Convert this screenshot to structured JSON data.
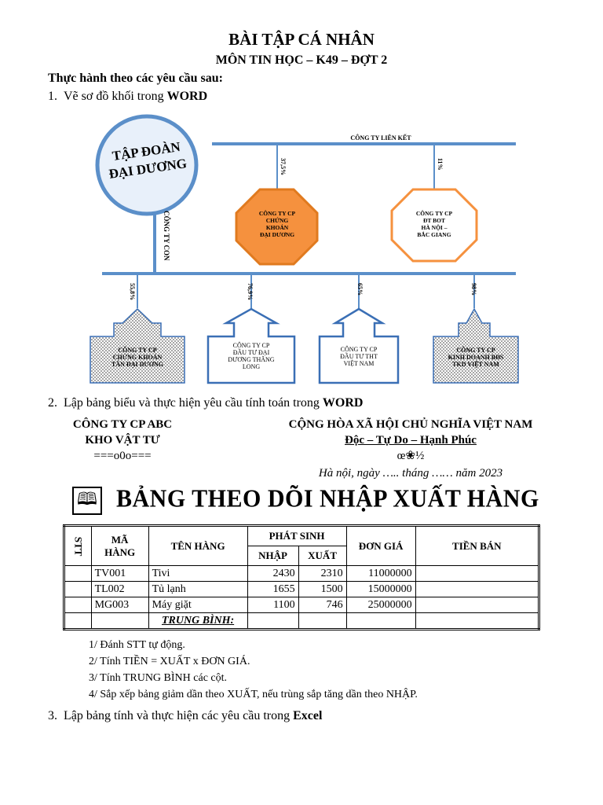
{
  "doc": {
    "title": "BÀI TẬP CÁ NHÂN",
    "subtitle": "MÔN TIN HỌC – K49 – ĐỢT 2",
    "intro": "Thực hành theo các yêu cầu sau:",
    "items": [
      {
        "num": "1.",
        "text": "Vẽ sơ đồ khối trong ",
        "bold": "WORD"
      },
      {
        "num": "2.",
        "text": "Lập bảng biểu và thực hiện yêu cầu tính toán trong ",
        "bold": "WORD"
      },
      {
        "num": "3.",
        "text": "Lập bảng tính và thực hiện các yêu cầu trong ",
        "bold": "Excel"
      }
    ]
  },
  "diagram": {
    "group_line1": "TẬP ĐOÀN",
    "group_line2": "ĐẠI DƯƠNG",
    "top_bar_label": "CÔNG TY LIÊN KẾT",
    "left_vertical_label": "CÔNG TY CON",
    "assoc": [
      {
        "pct": "37,5%",
        "lines": [
          "CÔNG TY CP",
          "CHỨNG",
          "KHOÁN",
          "ĐẠI DƯƠNG"
        ],
        "fill": "#f5913e",
        "stroke": "#e07a1f"
      },
      {
        "pct": "11%",
        "lines": [
          "CÔNG TY CP",
          "ĐT BOT",
          "HÀ NỘI –",
          "BẮC GIANG"
        ],
        "fill": "#ffffff",
        "stroke": "#f5913e"
      }
    ],
    "subs": [
      {
        "pct": "55,8%",
        "lines": [
          "CÔNG TY CP",
          "CHỨNG KHOÁN",
          "TÂN ĐẠI DƯƠNG"
        ],
        "dotted": true
      },
      {
        "pct": "76,9%",
        "lines": [
          "CÔNG TY CP",
          "ĐẦU TƯ ĐẠI",
          "DƯƠNG THĂNG",
          "LONG"
        ],
        "dotted": false
      },
      {
        "pct": "65%",
        "lines": [
          "CÔNG TY CP",
          "ĐẦU TƯ THT",
          "VIỆT NAM"
        ],
        "dotted": false
      },
      {
        "pct": "98%",
        "lines": [
          "CÔNG TY CP",
          "KINH DOANH BĐS",
          "TKD VIỆT NAM"
        ],
        "dotted": true
      }
    ],
    "colors": {
      "line": "#5b8fc9",
      "circle_stroke": "#5b8fc9",
      "circle_fill": "#e8f0fa",
      "arrow_stroke": "#3a6fb5"
    }
  },
  "letterhead": {
    "company": "CÔNG TY CP ABC",
    "dept": "KHO VẬT TƯ",
    "deco_left": "===o0o===",
    "nation": "CỘNG HÒA XÃ HỘI CHỦ NGHĨA VIỆT NAM",
    "motto": "Độc – Tự Do – Hạnh Phúc",
    "deco_right": "œ❀½",
    "date": "Hà nội, ngày ….. tháng …… năm 2023"
  },
  "table_title": "BẢNG THEO DÕI NHẬP XUẤT HÀNG",
  "table": {
    "headers": {
      "stt": "STT",
      "code": "MÃ HÀNG",
      "name": "TÊN HÀNG",
      "group": "PHÁT SINH",
      "in": "NHẬP",
      "out": "XUẤT",
      "price": "ĐƠN GIÁ",
      "amount": "TIỀN BÁN"
    },
    "rows": [
      {
        "code": "TV001",
        "name": "Tivi",
        "in": "2430",
        "out": "2310",
        "price": "11000000"
      },
      {
        "code": "TL002",
        "name": "Tủ lạnh",
        "in": "1655",
        "out": "1500",
        "price": "15000000"
      },
      {
        "code": "MG003",
        "name": "Máy giặt",
        "in": "1100",
        "out": "746",
        "price": "25000000"
      }
    ],
    "avg_label": "TRUNG BÌNH:"
  },
  "tasks": [
    "1/ Đánh STT tự động.",
    "2/ Tính TIỀN =  XUẤT x ĐƠN GIÁ.",
    "3/ Tính TRUNG BÌNH các cột.",
    "4/ Sắp xếp bảng giảm dần theo XUẤT, nếu trùng sắp tăng dần theo NHẬP."
  ]
}
